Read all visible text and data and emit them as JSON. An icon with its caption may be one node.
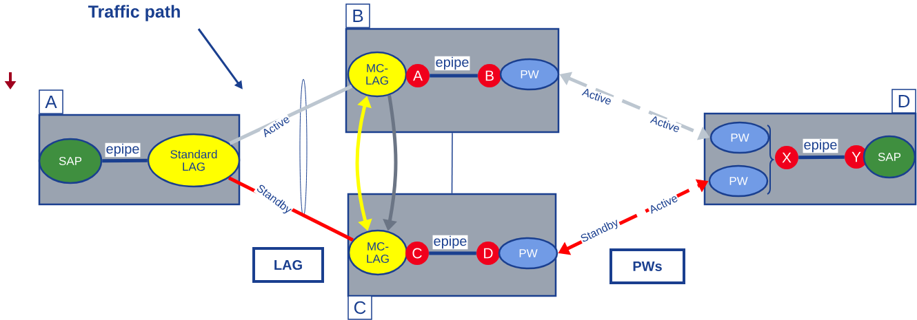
{
  "diagram": {
    "title": "Traffic path",
    "nodes": [
      {
        "text": [
          "A"
        ]
      },
      {
        "text": [
          "SAP"
        ],
        "in": 0
      },
      {
        "text": [
          "Standard LAG"
        ],
        "in": 0
      },
      {
        "text": [
          "B"
        ]
      },
      {
        "text": [
          "MC-LAG"
        ],
        "in": 3
      },
      {
        "text": [
          "A"
        ],
        "in": 3
      },
      {
        "text": [
          "B"
        ],
        "in": 3
      },
      {
        "text": [
          "PW"
        ],
        "in": 3
      },
      {
        "text": [
          "C"
        ]
      },
      {
        "text": [
          "MC-LAG"
        ],
        "in": 8
      },
      {
        "text": [
          "C"
        ],
        "in": 8
      },
      {
        "text": [
          "D"
        ],
        "in": 8
      },
      {
        "text": [
          "PW"
        ],
        "in": 8
      },
      {
        "text": [
          "D"
        ]
      },
      {
        "text": [
          "PW"
        ],
        "in": 13
      },
      {
        "text": [
          "PW"
        ],
        "in": 13
      },
      {
        "text": [
          "X"
        ],
        "in": 13
      },
      {
        "text": [
          "Y"
        ],
        "in": 13
      },
      {
        "text": [
          "SAP"
        ],
        "in": 13
      },
      {
        "text": [
          "LAG"
        ]
      },
      {
        "text": [
          "PWs"
        ]
      }
    ],
    "edges": [
      {
        "from": 1,
        "to": 2,
        "arrow": "none",
        "label": "epipe"
      },
      {
        "from": 5,
        "to": 6,
        "arrow": "none",
        "label": "epipe"
      },
      {
        "from": 10,
        "to": 11,
        "arrow": "none",
        "label": "epipe"
      },
      {
        "from": 16,
        "to": 17,
        "arrow": "none",
        "label": "epipe"
      },
      {
        "from": 2,
        "to": 4,
        "arrow": "none",
        "label": "Active",
        "color": "#bcc6d0"
      },
      {
        "from": 2,
        "to": 9,
        "arrow": "none",
        "label": "Standby",
        "color": "#ff0000"
      },
      {
        "from": 4,
        "to": 9,
        "arrow": "to",
        "color": "#6b7585"
      },
      {
        "from": 4,
        "to": 9,
        "arrow": "both",
        "color": "#ffff00"
      },
      {
        "from": 3,
        "to": 8,
        "arrow": "none"
      },
      {
        "from": 7,
        "to": 14,
        "arrow": "both",
        "label": "Active",
        "style": "dashed",
        "color": "#bcc6d0"
      },
      {
        "from": 12,
        "to": 15,
        "arrow": "both",
        "label": "Standby",
        "style": "dashed",
        "color": "#ff0000"
      }
    ],
    "labels": [
      "Active",
      "Active"
    ]
  }
}
